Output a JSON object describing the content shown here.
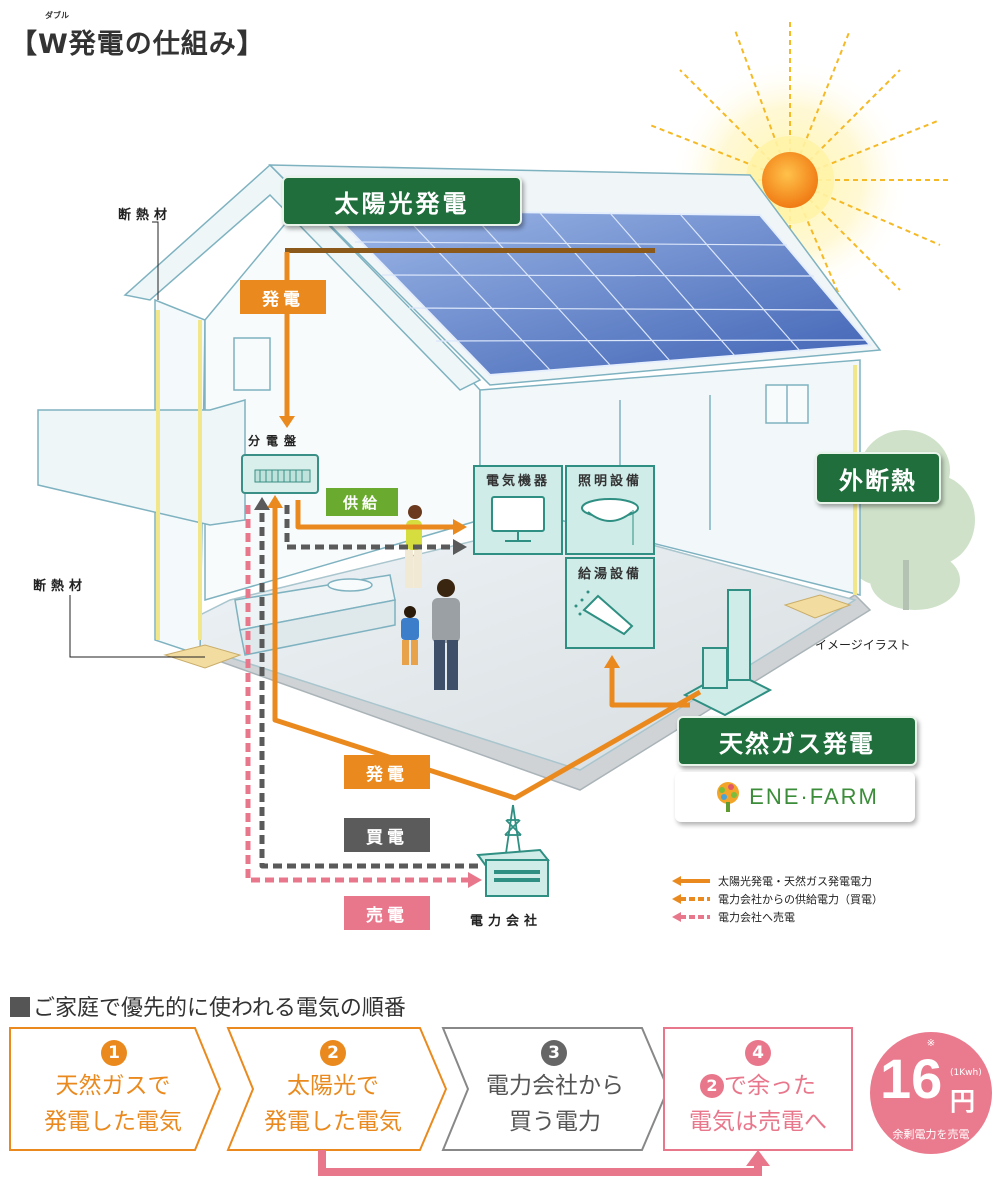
{
  "title": {
    "ruby": "ダブル",
    "text": "【W発電の仕組み】"
  },
  "diagram": {
    "solar_label": "太陽光発電",
    "gas_label": "天然ガス発電",
    "outer_insulation": "外断熱",
    "insulation_top": "断熱材",
    "insulation_bottom": "断熱材",
    "distribution_board": "分電盤",
    "power_company": "電力会社",
    "image_note": "イメージイラスト",
    "ene_farm_logo": "ENE·FARM",
    "flows": {
      "generation_top": "発電",
      "supply": "供給",
      "generation_bottom": "発電",
      "buy": "買電",
      "sell": "売電"
    },
    "devices": {
      "appliances": "電気機器",
      "lighting": "照明設備",
      "hot_water": "給湯設備"
    }
  },
  "legend": [
    {
      "text": "太陽光発電・天然ガス発電電力",
      "style": "solid",
      "color": "#ea8a1e"
    },
    {
      "text": "電力会社からの供給電力（買電）",
      "style": "dashed",
      "color": "#ea8a1e"
    },
    {
      "text": "電力会社へ売電",
      "style": "dashed",
      "color": "#e9778c"
    }
  ],
  "order": {
    "heading": "ご家庭で優先的に使われる電気の順番",
    "steps": [
      {
        "num": "1",
        "line1": "天然ガスで",
        "line2": "発電した電気",
        "color": "#ea8a1e"
      },
      {
        "num": "2",
        "line1": "太陽光で",
        "line2": "発電した電気",
        "color": "#ea8a1e"
      },
      {
        "num": "3",
        "line1": "電力会社から",
        "line2": "買う電力",
        "color": "#666666"
      },
      {
        "num": "4",
        "line1_num": "2",
        "line1": "で余った",
        "line2": "電気は売電へ",
        "color": "#e9778c"
      }
    ],
    "price": {
      "note": "※",
      "value": "16",
      "unit_small": "(1Kwh)",
      "unit": "円",
      "caption": "余剰電力を売電"
    }
  }
}
